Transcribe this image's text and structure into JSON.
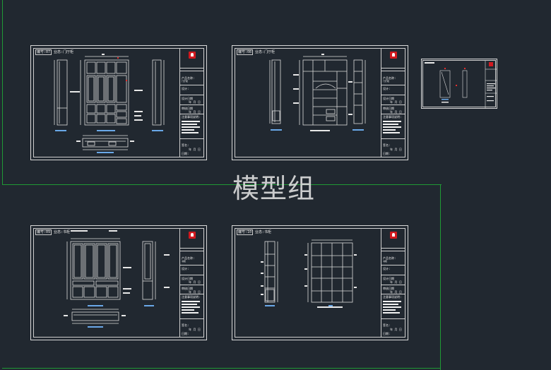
{
  "watermark": "模型组",
  "colors": {
    "background": "#212830",
    "guide_line": "#1f9a35",
    "sheet_line": "#d9d9d9",
    "logo_red": "#d2191f",
    "dim_blue": "#6aa8e8",
    "marker_red": "#e23030"
  },
  "sheets": [
    {
      "code": "编号:07",
      "title": "业态:门厅柜"
    },
    {
      "code": "编号:08",
      "title": "业态:门厅柜"
    },
    {
      "code": "编号:09",
      "title": "业态:书柜"
    },
    {
      "code": "编号:10",
      "title": "业态:书柜"
    }
  ],
  "title_block": {
    "product_name": "产品名称:",
    "designer": "设计:",
    "design_date": "设计日期",
    "review_date": "审核日期",
    "notes_header": "注意事项说明:",
    "signature": "签名:",
    "date": "日期:",
    "ymd": "年 月 日",
    "product_value": "门厅柜",
    "product_value_2": "书柜"
  },
  "icons": [
    "logo-icon"
  ]
}
